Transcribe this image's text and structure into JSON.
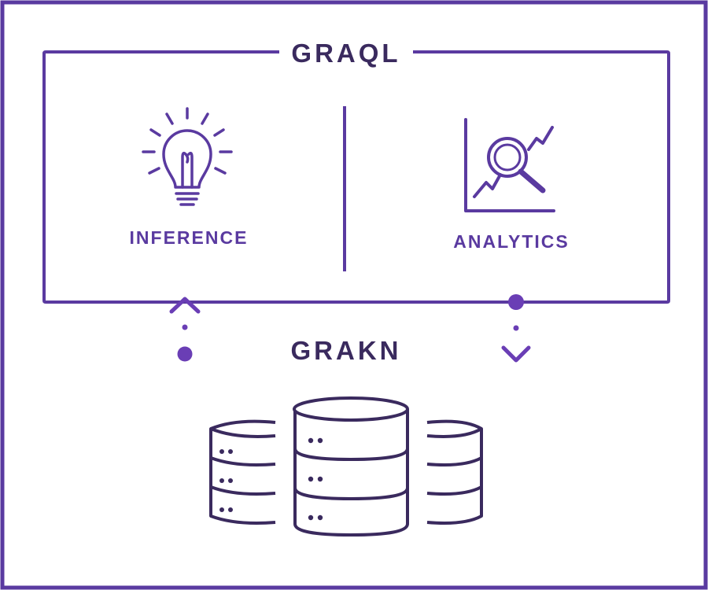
{
  "diagram": {
    "outer_title": "GRAQL",
    "inference_label": "INFERENCE",
    "analytics_label": "ANALYTICS",
    "database_title": "GRAKN"
  },
  "colors": {
    "frame": "#5a3aa0",
    "accent": "#6a3eb5",
    "dark": "#3a2a5e"
  },
  "icons": [
    "lightbulb-icon",
    "analytics-chart-icon",
    "database-icon",
    "chevron-up-icon",
    "chevron-down-icon"
  ]
}
